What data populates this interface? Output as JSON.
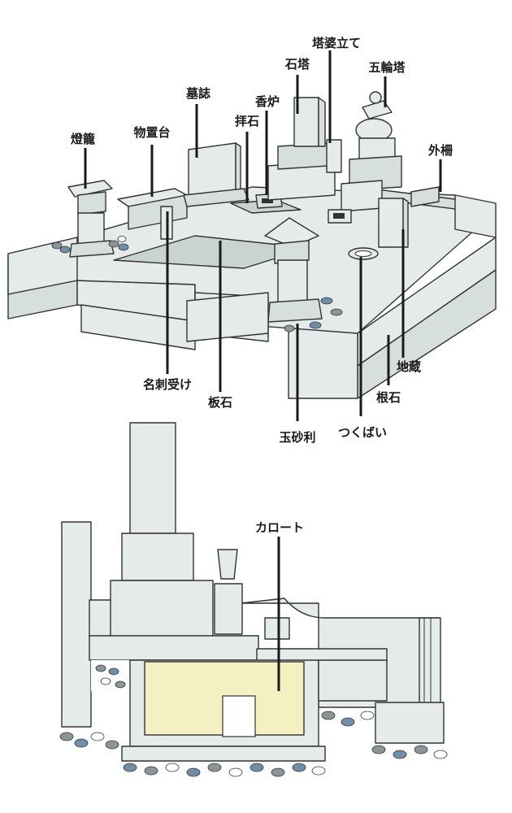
{
  "labels": {
    "toro_left": "燈籠",
    "monooki": "物置台",
    "boshi": "墓誌",
    "hai_ishi": "拝石",
    "kouro": "香炉",
    "sekito": "石塔",
    "tobatate": "塔婆立て",
    "gorinto": "五輪塔",
    "sotosaku": "外柵",
    "meishi_uke": "名刺受け",
    "itaishi": "板石",
    "tamajari": "玉砂利",
    "tsukubai": "つくばい",
    "jizo": "地蔵",
    "neishi": "根石",
    "karoto": "カロート"
  },
  "colors": {
    "stone": "#e4ebe8",
    "stone_shadow": "#c9d3d0",
    "karoto_fill": "#f4f0c2",
    "pebble_gray": "#8a9598",
    "pebble_blue": "#6f8fa8",
    "outline": "#333333"
  },
  "icons": [
    "grave-stone-illustration",
    "cross-section-illustration"
  ]
}
